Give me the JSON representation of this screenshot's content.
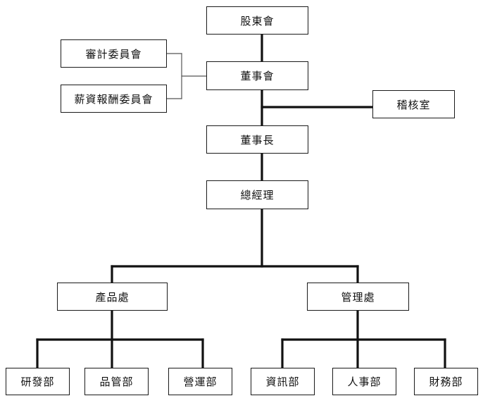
{
  "nodes": {
    "shareholders": "股東會",
    "audit_committee": "審計委員會",
    "compensation_committee": "薪資報酬委員會",
    "board": "董事會",
    "audit_office": "稽核室",
    "chairman": "董事長",
    "general_manager": "總經理",
    "product_division": "產品處",
    "management_division": "管理處",
    "rd_dept": "研發部",
    "qc_dept": "品管部",
    "operations_dept": "營運部",
    "it_dept": "資訊部",
    "hr_dept": "人事部",
    "finance_dept": "財務部"
  }
}
